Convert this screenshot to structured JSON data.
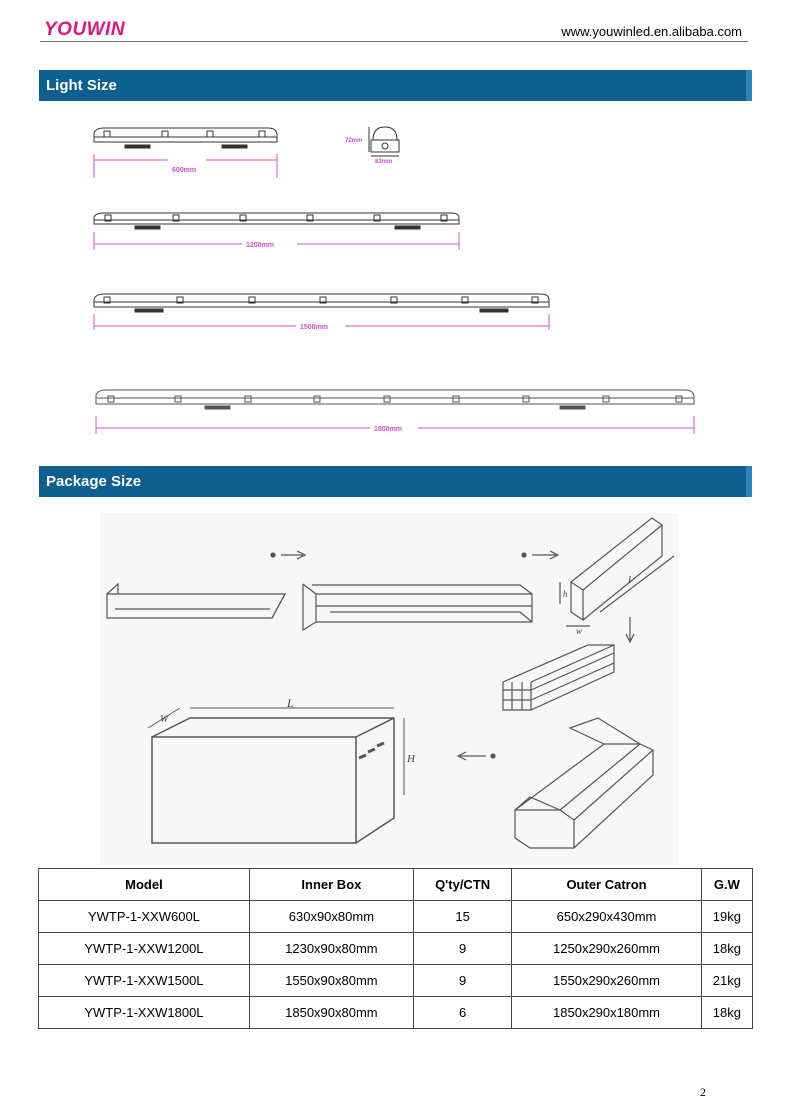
{
  "header": {
    "brand": "YOUWIN",
    "website": "www.youwinled.en.alibaba.com"
  },
  "sections": {
    "light_size": "Light Size",
    "package_size": "Package Size"
  },
  "light_drawings": {
    "dim_600": "600mm",
    "dim_1200": "1200mm",
    "dim_1500": "1500mm",
    "dim_1800": "1800mm",
    "height": "72mm",
    "width": "83mm"
  },
  "package_labels": {
    "l": "L",
    "w": "W",
    "h": "H",
    "l_small": "l",
    "w_small": "w",
    "h_small": "h"
  },
  "table": {
    "headers": [
      "Model",
      "Inner Box",
      "Q'ty/CTN",
      "Outer Catron",
      "G.W"
    ],
    "rows": [
      [
        "YWTP-1-XXW600L",
        "630x90x80mm",
        "15",
        "650x290x430mm",
        "19kg"
      ],
      [
        "YWTP-1-XXW1200L",
        "1230x90x80mm",
        "9",
        "1250x290x260mm",
        "18kg"
      ],
      [
        "YWTP-1-XXW1500L",
        "1550x90x80mm",
        "9",
        "1550x290x260mm",
        "21kg"
      ],
      [
        "YWTP-1-XXW1800L",
        "1850x90x80mm",
        "6",
        "1850x290x180mm",
        "18kg"
      ]
    ]
  },
  "page_number": "2",
  "colors": {
    "brand": "#e0147e",
    "section_bar": "#0c5f8e",
    "dimension": "#d050c8"
  }
}
